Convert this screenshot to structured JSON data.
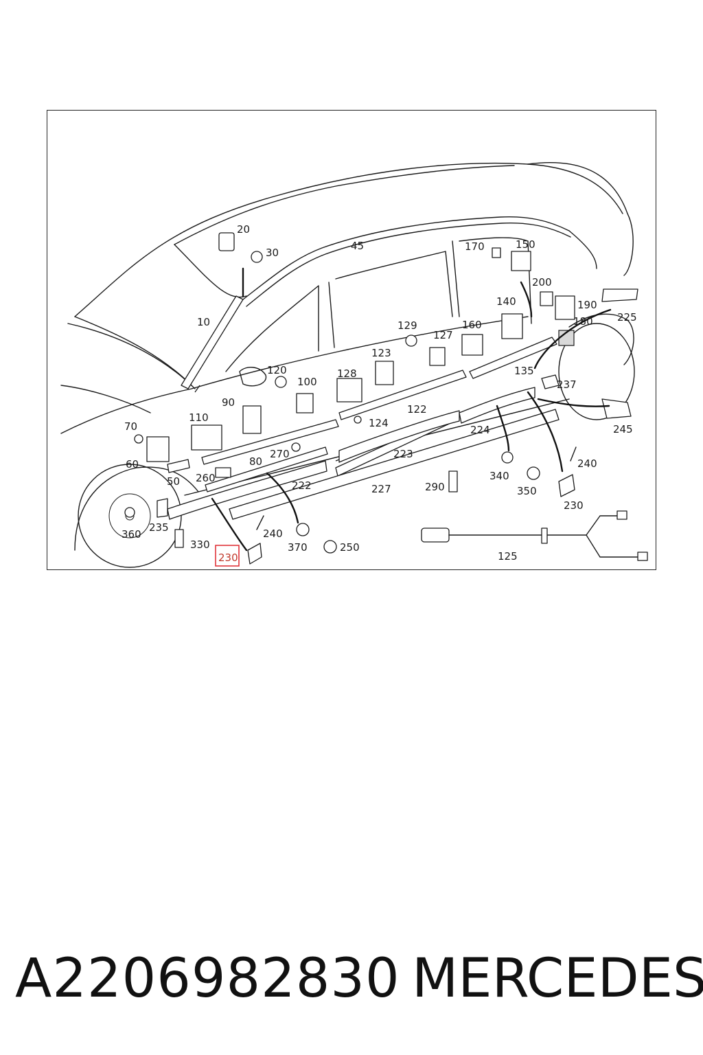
{
  "diagram": {
    "callouts": {
      "c20": "20",
      "c30": "30",
      "c45": "45",
      "c170": "170",
      "c150": "150",
      "c200": "200",
      "c190": "190",
      "c180": "180",
      "c225": "225",
      "c10": "10",
      "c140": "140",
      "c129": "129",
      "c160": "160",
      "c127": "127",
      "c123": "123",
      "c120": "120",
      "c100": "100",
      "c128": "128",
      "c135": "135",
      "c237": "237",
      "c90": "90",
      "c124": "124",
      "c122": "122",
      "c110": "110",
      "c70": "70",
      "c224": "224",
      "c245": "245",
      "c270": "270",
      "c80": "80",
      "c223": "223",
      "c240a": "240",
      "c60": "60",
      "c50": "50",
      "c260": "260",
      "c222": "222",
      "c227": "227",
      "c290": "290",
      "c340": "340",
      "c350": "350",
      "c230a": "230",
      "c235": "235",
      "c360": "360",
      "c330": "330",
      "c240b": "240",
      "c370": "370",
      "c250": "250",
      "c125": "125",
      "c230b": "230"
    },
    "highlight_color": "#e0343a"
  },
  "footer": {
    "part_number": "A2206982830",
    "brand": "MERCEDES"
  }
}
